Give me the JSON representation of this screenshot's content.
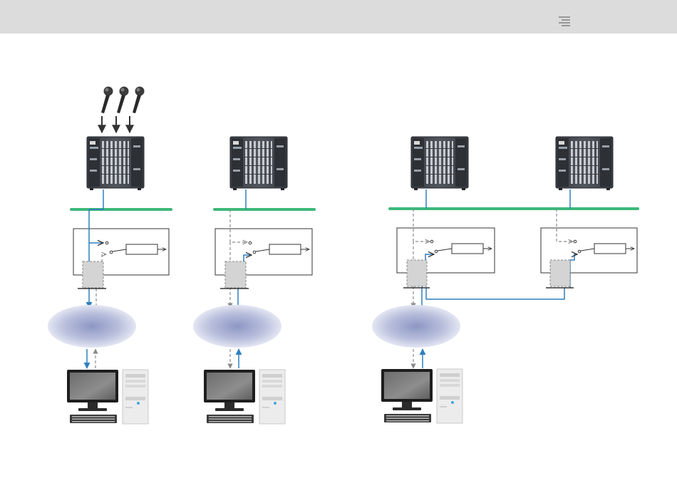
{
  "header": {
    "menu_icon": "menu-lines-icon",
    "bg_color": "#dcdcdd"
  },
  "diagram": {
    "colors": {
      "network_bus": "#3db87a",
      "audio_flow": "#2e7fc0",
      "control_flow": "#8a8a8a",
      "device_frame": "#222222",
      "cloud": "#b9bfdc"
    },
    "icons": {
      "microphone": "microphone-icon",
      "stagebox": "io-rack-icon",
      "interface": "network-interface-box",
      "network": "cloud-network-icon",
      "computer": "desktop-computer-icon"
    },
    "groups": [
      {
        "id": "system-1",
        "microphones": 3,
        "racks": 1,
        "computers": 1
      },
      {
        "id": "system-2",
        "microphones": 0,
        "racks": 1,
        "computers": 1
      },
      {
        "id": "system-3",
        "microphones": 0,
        "racks": 2,
        "computers": 1
      }
    ]
  }
}
